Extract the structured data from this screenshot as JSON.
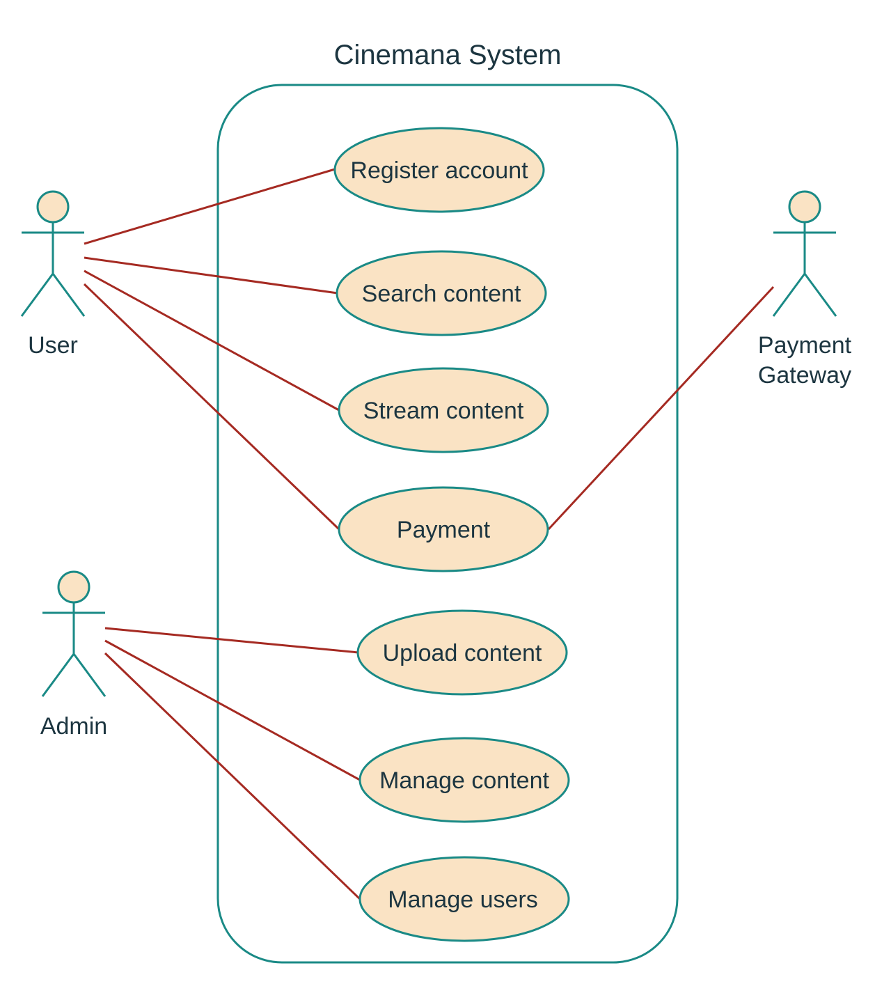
{
  "diagram": {
    "title": "Cinemana System",
    "colors": {
      "boundary": "#1a8a86",
      "use_case_fill": "#fae3c4",
      "association": "#a52a22",
      "text": "#1c3540"
    },
    "actors": [
      {
        "id": "user",
        "label": "User"
      },
      {
        "id": "admin",
        "label": "Admin"
      },
      {
        "id": "payment_gateway",
        "label_lines": [
          "Payment",
          "Gateway"
        ]
      }
    ],
    "use_cases": [
      {
        "id": "register",
        "label": "Register account"
      },
      {
        "id": "search",
        "label": "Search content"
      },
      {
        "id": "stream",
        "label": "Stream content"
      },
      {
        "id": "payment",
        "label": "Payment"
      },
      {
        "id": "upload",
        "label": "Upload content"
      },
      {
        "id": "manage_content",
        "label": "Manage content"
      },
      {
        "id": "manage_users",
        "label": "Manage users"
      }
    ],
    "associations": [
      {
        "actor": "user",
        "use_case": "register"
      },
      {
        "actor": "user",
        "use_case": "search"
      },
      {
        "actor": "user",
        "use_case": "stream"
      },
      {
        "actor": "user",
        "use_case": "payment"
      },
      {
        "actor": "payment_gateway",
        "use_case": "payment"
      },
      {
        "actor": "admin",
        "use_case": "upload"
      },
      {
        "actor": "admin",
        "use_case": "manage_content"
      },
      {
        "actor": "admin",
        "use_case": "manage_users"
      }
    ]
  }
}
